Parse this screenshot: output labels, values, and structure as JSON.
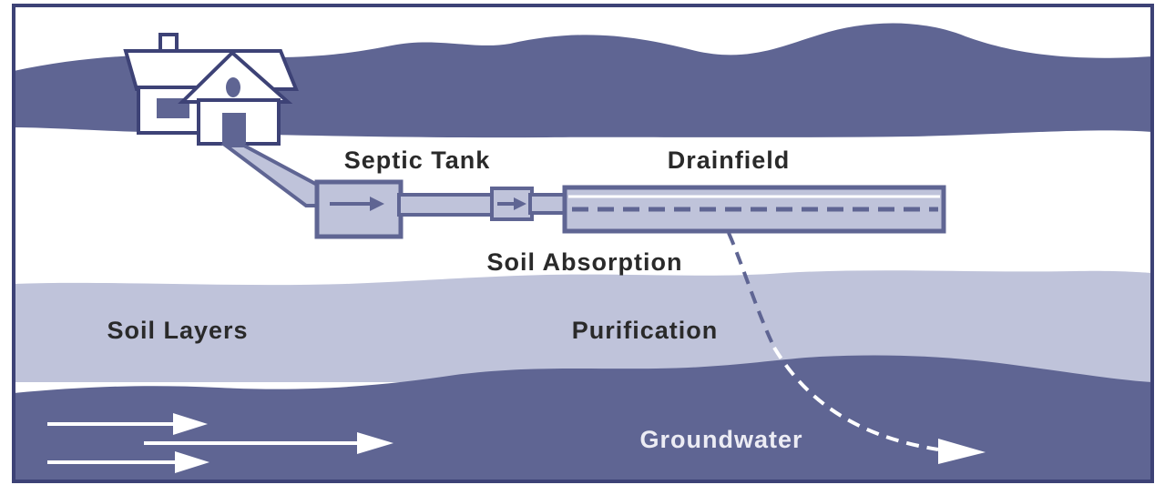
{
  "labels": {
    "septic_tank": "Septic Tank",
    "drainfield": "Drainfield",
    "soil_absorption": "Soil Absorption",
    "soil_layers": "Soil Layers",
    "purification": "Purification",
    "groundwater": "Groundwater"
  },
  "colors": {
    "dark_band": "#5f6593",
    "light_band": "#bfc3da",
    "frame": "#3d4276",
    "label_dark": "#2a2a2a",
    "label_light": "#ececf4",
    "white": "#ffffff"
  }
}
